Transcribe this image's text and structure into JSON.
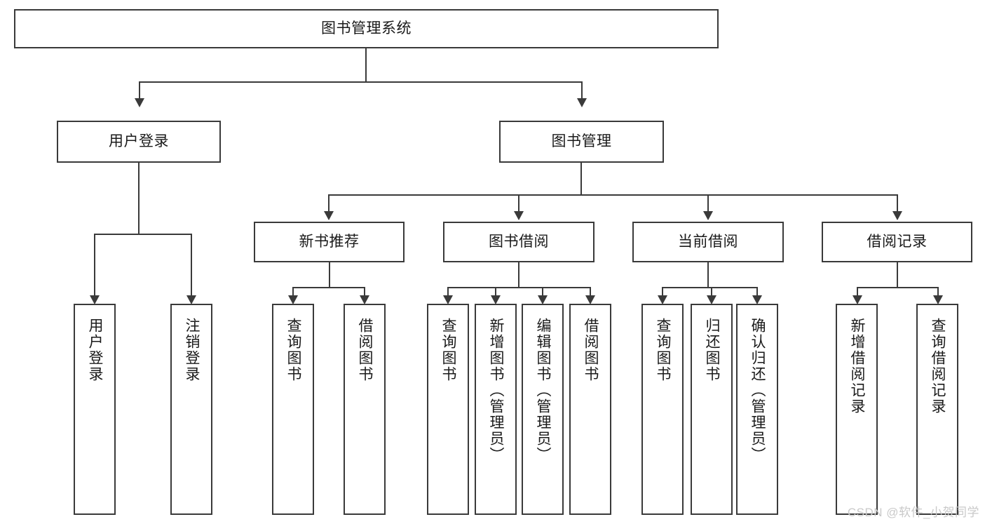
{
  "diagram": {
    "type": "tree-hierarchy",
    "title": "图书管理系统",
    "root": {
      "label": "图书管理系统"
    },
    "level2": [
      {
        "label": "用户登录"
      },
      {
        "label": "图书管理"
      }
    ],
    "level3": [
      {
        "label": "新书推荐"
      },
      {
        "label": "图书借阅"
      },
      {
        "label": "当前借阅"
      },
      {
        "label": "借阅记录"
      }
    ],
    "leaves": {
      "user_login": [
        {
          "label": "用户登录"
        },
        {
          "label": "注销登录"
        }
      ],
      "new_book_recommend": [
        {
          "label": "查询图书"
        },
        {
          "label": "借阅图书"
        }
      ],
      "book_borrow": [
        {
          "label": "查询图书"
        },
        {
          "label": "新增图书（管理员）"
        },
        {
          "label": "编辑图书（管理员）"
        },
        {
          "label": "借阅图书"
        }
      ],
      "current_borrow": [
        {
          "label": "查询图书"
        },
        {
          "label": "归还图书"
        },
        {
          "label": "确认归还（管理员）"
        }
      ],
      "borrow_record": [
        {
          "label": "新增借阅记录"
        },
        {
          "label": "查询借阅记录"
        }
      ]
    }
  },
  "watermark": {
    "text": "CSDN @软件_小贺同学"
  },
  "colors": {
    "stroke": "#3a3a3a",
    "fill": "#ffffff",
    "text": "#1a1a1a",
    "watermark": "#c9c9c9"
  }
}
